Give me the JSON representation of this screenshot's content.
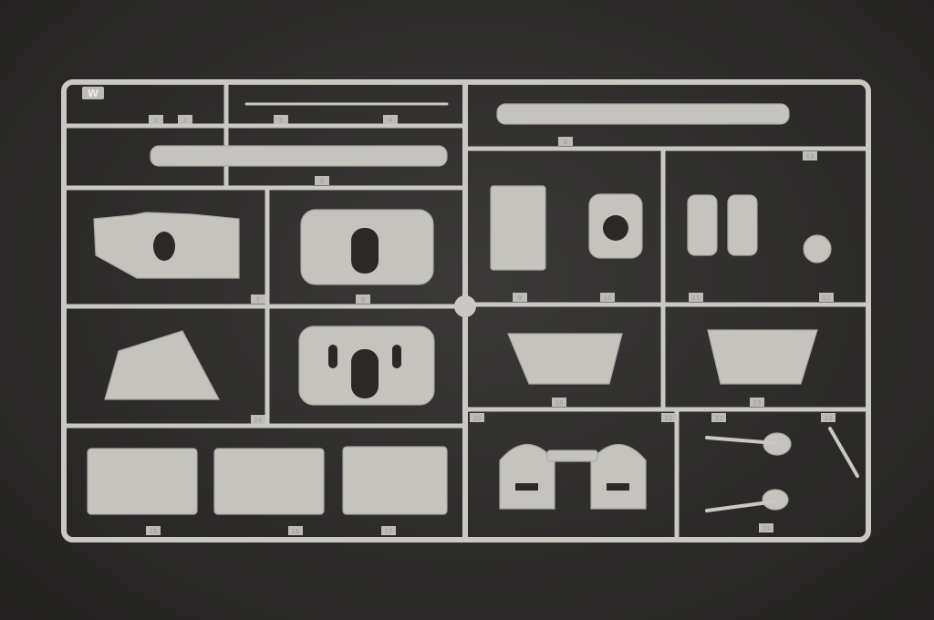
{
  "sprue": {
    "letter": "W",
    "part_numbers": [
      "1",
      "2",
      "3",
      "4",
      "5",
      "6",
      "7",
      "8",
      "9",
      "10",
      "11",
      "12",
      "13",
      "14",
      "15",
      "16",
      "17",
      "18",
      "19",
      "20",
      "21",
      "22",
      "23",
      "24"
    ]
  },
  "colors": {
    "background": "#2c2b2a",
    "plastic": "#c4c3be"
  }
}
